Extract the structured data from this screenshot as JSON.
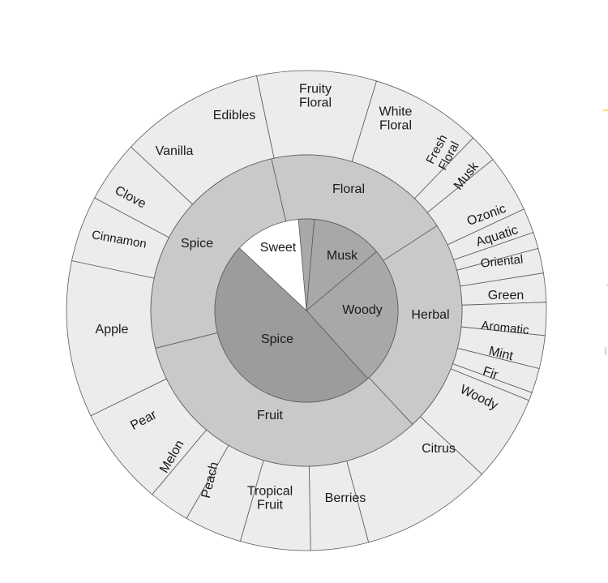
{
  "diagram": {
    "type": "sunburst",
    "colors": {
      "outer_ring": "#ececec",
      "middle_ring": "#c9c9c9",
      "inner_ring": "#a8a8a8",
      "stroke": "#5a5a5a",
      "accent_mark": "#f2d04a"
    },
    "inner": [
      {
        "label": "Sweet"
      },
      {
        "label": "Musk"
      },
      {
        "label": "Woody"
      },
      {
        "label": "Spice"
      }
    ],
    "middle": [
      {
        "label": "Floral"
      },
      {
        "label": "Herbal"
      },
      {
        "label": "Fruit"
      },
      {
        "label": "Spice"
      }
    ],
    "outer": [
      {
        "label": "Fruity\nFloral"
      },
      {
        "label": "White\nFloral"
      },
      {
        "label": "Fresh\nFloral"
      },
      {
        "label": "Musk"
      },
      {
        "label": "Ozonic"
      },
      {
        "label": "Aquatic"
      },
      {
        "label": "Oriental"
      },
      {
        "label": "Green"
      },
      {
        "label": "Aromatic"
      },
      {
        "label": "Mint"
      },
      {
        "label": "Fir"
      },
      {
        "label": "Woody"
      },
      {
        "label": "Citrus"
      },
      {
        "label": "Berries"
      },
      {
        "label": "Tropical\nFruit"
      },
      {
        "label": "Peach"
      },
      {
        "label": "Melon"
      },
      {
        "label": "Pear"
      },
      {
        "label": "Apple"
      },
      {
        "label": "Cinnamon"
      },
      {
        "label": "Clove"
      },
      {
        "label": "Vanilla"
      },
      {
        "label": "Edibles"
      }
    ]
  }
}
